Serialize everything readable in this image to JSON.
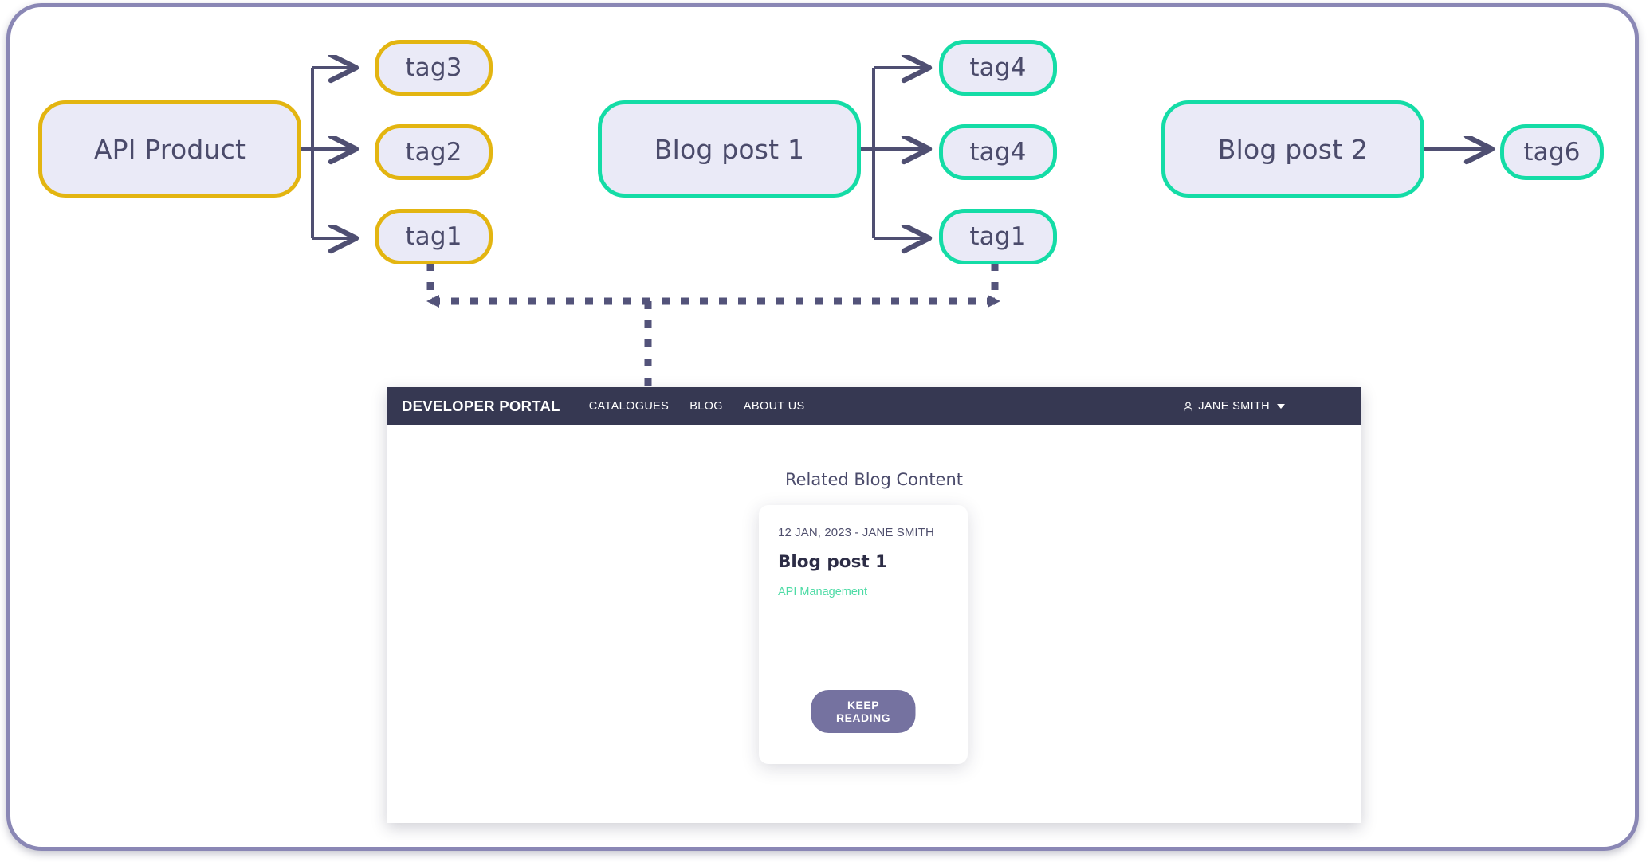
{
  "diagram": {
    "accent_yellow": "#e3b511",
    "accent_teal": "#14dca6",
    "node_fill": "#eaeaf7",
    "connector_color": "#4f4f72",
    "groups": [
      {
        "source": {
          "label": "API Product",
          "color": "yellow"
        },
        "tags": [
          {
            "label": "tag3",
            "color": "yellow"
          },
          {
            "label": "tag2",
            "color": "yellow"
          },
          {
            "label": "tag1",
            "color": "yellow"
          }
        ]
      },
      {
        "source": {
          "label": "Blog post 1",
          "color": "teal"
        },
        "tags": [
          {
            "label": "tag4",
            "color": "teal"
          },
          {
            "label": "tag4",
            "color": "teal"
          },
          {
            "label": "tag1",
            "color": "teal"
          }
        ]
      },
      {
        "source": {
          "label": "Blog post 2",
          "color": "teal"
        },
        "tags": [
          {
            "label": "tag6",
            "color": "teal"
          }
        ]
      }
    ]
  },
  "portal": {
    "brand": "DEVELOPER PORTAL",
    "nav": [
      {
        "label": "CATALOGUES"
      },
      {
        "label": "BLOG"
      },
      {
        "label": "ABOUT US"
      }
    ],
    "user": {
      "name": "JANE SMITH",
      "user_icon": "person-icon",
      "caret_icon": "chevron-down-icon"
    },
    "heading": "Related Blog Content",
    "card": {
      "meta": "12 JAN, 2023 - JANE SMITH",
      "title": "Blog post 1",
      "tag": "API Management",
      "tag_color": "#4ddba5",
      "button_label": "KEEP READING",
      "button_color": "#7572a0"
    }
  }
}
